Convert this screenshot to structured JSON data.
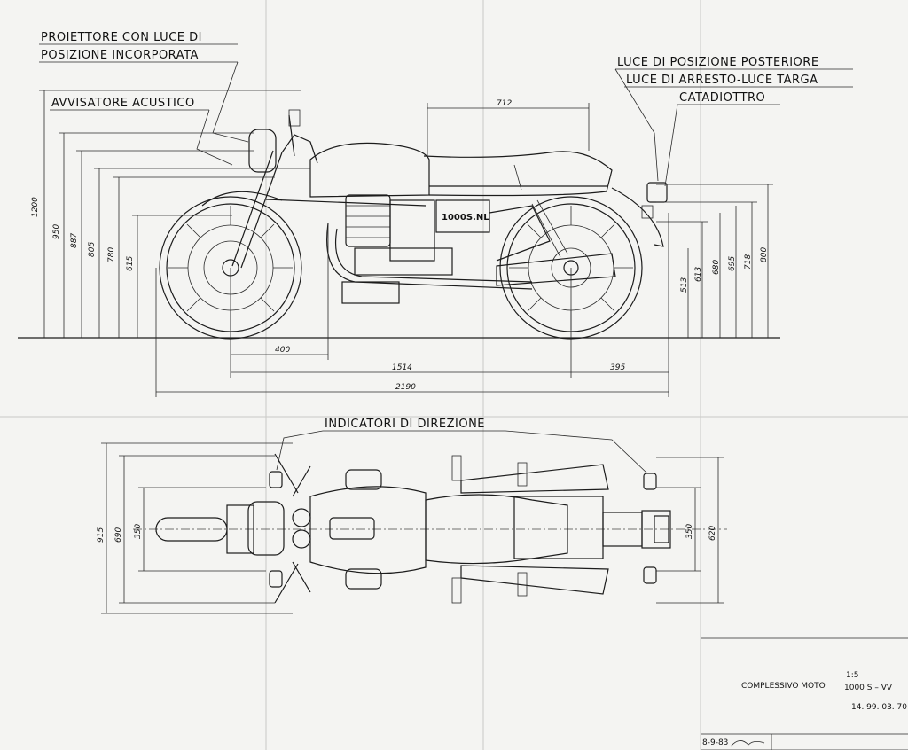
{
  "labels": {
    "headlight_1": "PROIETTORE  CON  LUCE  DI",
    "headlight_2": "POSIZIONE  INCORPORATA",
    "horn": "AVVISATORE  ACUSTICO",
    "rear_1": "LUCE  DI  POSIZIONE  POSTERIORE",
    "rear_2": "LUCE  DI  ARRESTO-LUCE  TARGA",
    "rear_3": "CATADIOTTRO",
    "indicators": "INDICATORI  DI  DIREZIONE",
    "badge": "1000S.NL"
  },
  "dimensions": {
    "seat_length": "712",
    "left_heights": [
      "1200",
      "950",
      "887",
      "805",
      "780",
      "615"
    ],
    "right_heights": [
      "513",
      "613",
      "680",
      "695",
      "718",
      "800"
    ],
    "overhang": "400",
    "wheelbase": "1514",
    "rear_overhang": "395",
    "overall_length": "2190",
    "top_widths_left": [
      "915",
      "690",
      "350"
    ],
    "top_widths_right": [
      "350",
      "620"
    ]
  },
  "title_block": {
    "description": "COMPLESSIVO  MOTO",
    "scale": "1:5",
    "model": "1000  S – VV",
    "number": "14. 99. 03. 70",
    "date": "8-9-83"
  }
}
